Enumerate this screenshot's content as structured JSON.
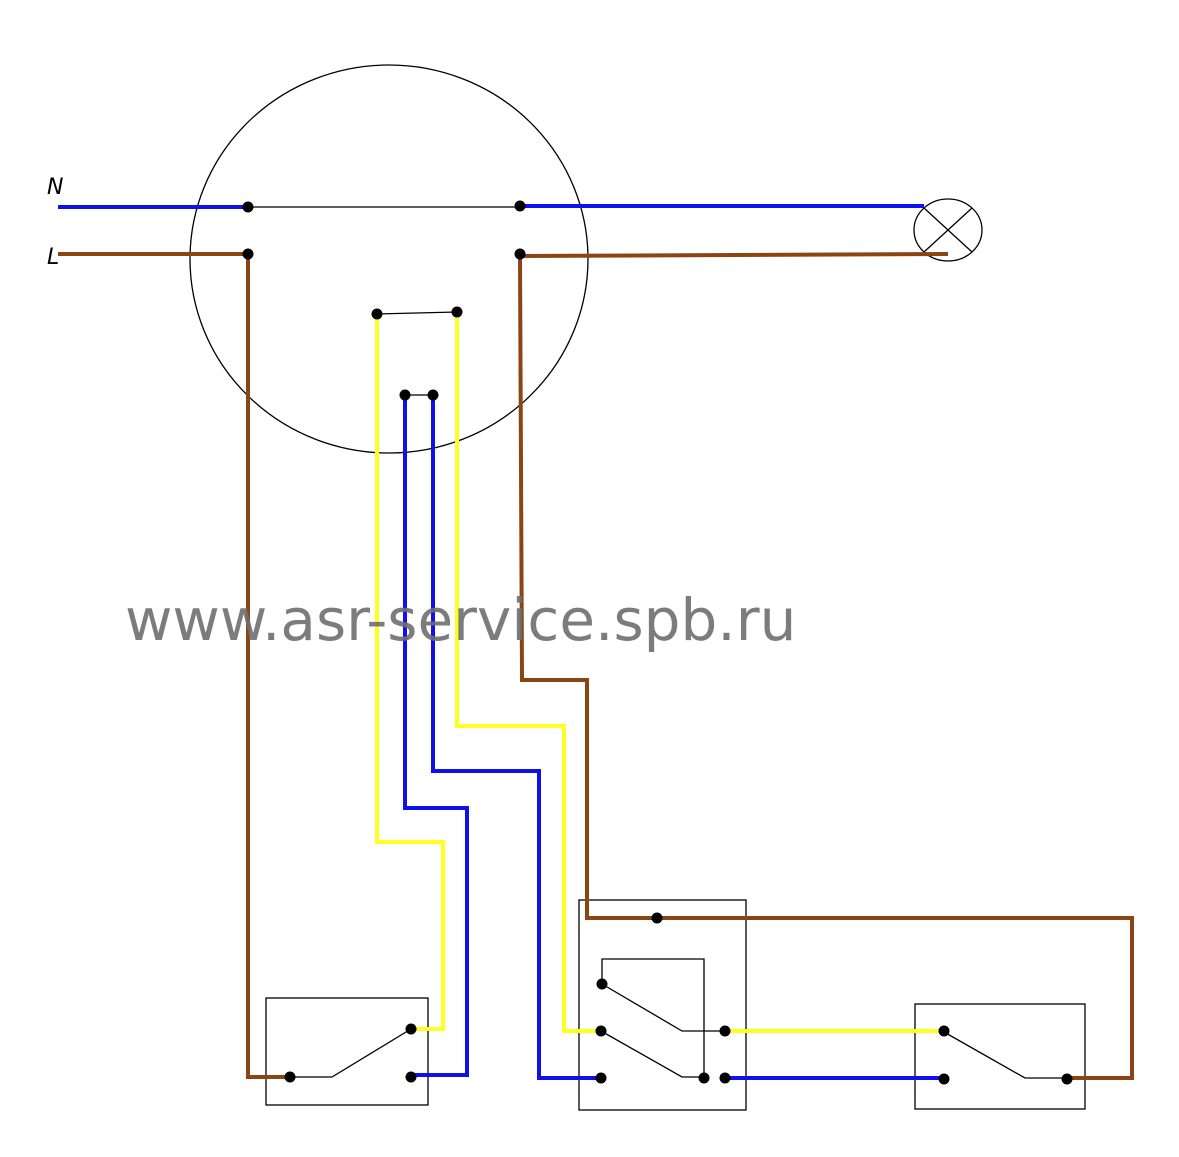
{
  "labels": {
    "neutral": "N",
    "live": "L"
  },
  "watermark": "www.asr-service.spb.ru",
  "colors": {
    "neutral": "#1010ee",
    "live": "#8b4513",
    "traveler": "#ffff22",
    "link": "#000000",
    "outline": "#000000",
    "watermark": "#6e6e6e",
    "background": "#ffffff"
  },
  "components": {
    "junction_box": "junction-box",
    "lamp": "lamp",
    "switch_left": "two-way-switch",
    "switch_middle": "intermediate-switch",
    "switch_right": "two-way-switch"
  }
}
